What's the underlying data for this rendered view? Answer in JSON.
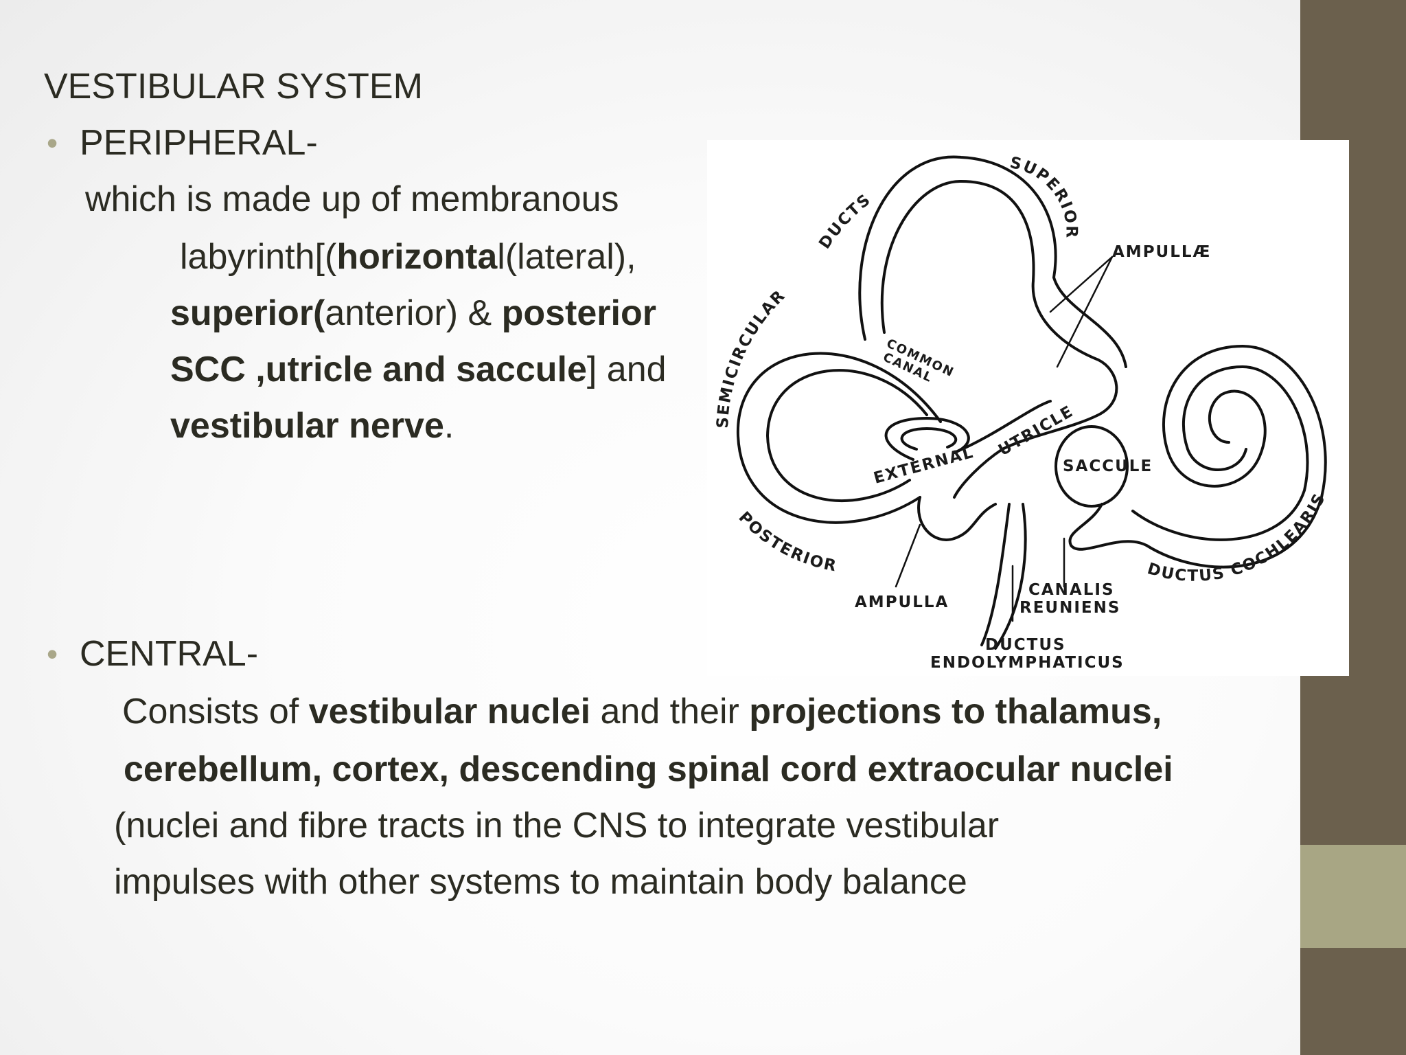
{
  "slide": {
    "title": "VESTIBULAR SYSTEM",
    "peripheral": {
      "heading": "PERIPHERAL-",
      "line1": "which is made up of membranous",
      "line2": {
        "a": "labyrinth[(",
        "b": "horizonta",
        "c": "l(lateral),"
      },
      "line3": {
        "a": "superior(",
        "b": "anterior) & ",
        "c": "posterior"
      },
      "line4": {
        "a": "SCC ,utricle and saccule",
        "b": "] and"
      },
      "line5": {
        "a": "vestibular nerve",
        "b": "."
      }
    },
    "central": {
      "heading": "CENTRAL-",
      "line1": {
        "a": "Consists of ",
        "b": "vestibular nuclei",
        "c": " and their ",
        "d": "projections to thalamus,"
      },
      "line2": "cerebellum, cortex, descending spinal cord extraocular nuclei",
      "line3": "(nuclei and fibre tracts in the CNS to integrate vestibular",
      "line4": "impulses with other systems to maintain body balance"
    },
    "bullet_symbol": "•"
  },
  "figure": {
    "labels": {
      "superior": "SUPERIOR",
      "ducts": "DUCTS",
      "semicircular": "SEMICIRCULAR",
      "ampullae": "AMPULLÆ",
      "common_canal_1": "COMMON",
      "common_canal_2": "CANAL",
      "external": "EXTERNAL",
      "utricle": "UTRICLE",
      "saccule": "SACCULE",
      "posterior": "POSTERIOR",
      "ampulla": "AMPULLA",
      "canalis_1": "CANALIS",
      "canalis_2": "REUNIENS",
      "ductus_cochlearis": "DUCTUS COCHLEARIS",
      "endolymph_1": "DUCTUS",
      "endolymph_2": "ENDOLYMPHATICUS"
    }
  },
  "colors": {
    "right_bar": "#6b604d",
    "right_bar_accent": "#a8a684",
    "text": "#2b2b22",
    "bullet": "#a9a789"
  }
}
